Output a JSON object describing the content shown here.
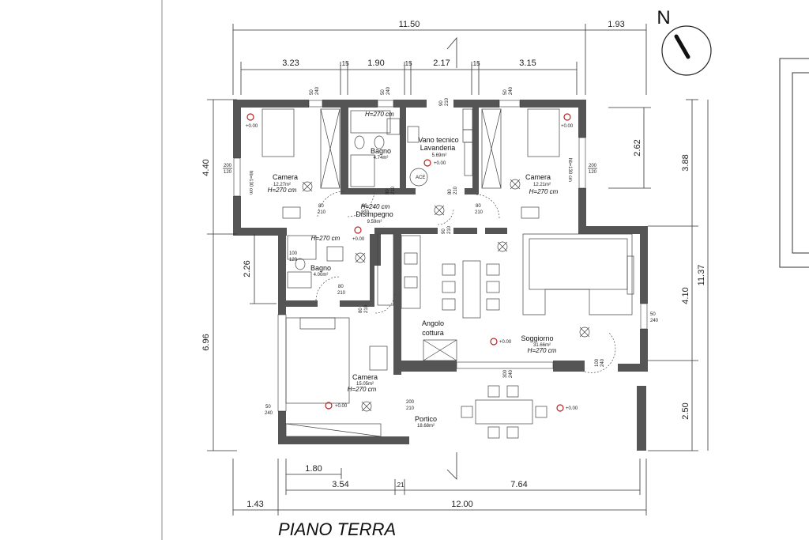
{
  "title": "PIANO TERRA",
  "north": "N",
  "dims_top": {
    "total_main": "11.50",
    "total_extra": "1.93",
    "seg1": "3.23",
    "gap1": ".15",
    "seg2": "1.90",
    "gap2": ".15",
    "seg3": "2.17",
    "gap3": ".15",
    "seg4": "3.15"
  },
  "dims_bottom": {
    "seg_a": "1.80",
    "seg_b": "3.54",
    "gap": ".21",
    "seg_c": "7.64",
    "total": "12.00",
    "offset": "1.43"
  },
  "dims_left": {
    "upper": "4.40",
    "mid": "2.26",
    "lower": "6.96"
  },
  "dims_right": {
    "a": "2.62",
    "b": "3.88",
    "c": "4.10",
    "d": "2.50",
    "total": "11.37"
  },
  "rooms": {
    "camera1": {
      "name": "Camera",
      "area": "12.27m²",
      "height": "H=270 cm"
    },
    "bagno1": {
      "name": "Bagno",
      "area": "4.74m²",
      "height": "H=270 cm"
    },
    "tecnico": {
      "name": "Vano tecnico",
      "name2": "Lavanderia",
      "area": "5.69m²"
    },
    "camera2": {
      "name": "Camera",
      "area": "12.21m²",
      "height": "H=270 cm"
    },
    "disimpegno": {
      "name": "Disimpegno",
      "area": "9.59m²",
      "height": "H=240 cm"
    },
    "bagno2": {
      "name": "Bagno",
      "area": "4.00m²",
      "height": "H=270 cm"
    },
    "cucina": {
      "name": "Angolo",
      "name2": "cottura"
    },
    "soggiorno": {
      "name": "Soggiorno",
      "area": "31.66m²",
      "height": "H=270 cm"
    },
    "camera3": {
      "name": "Camera",
      "area": "15.05m²",
      "height": "H=270 cm"
    },
    "portico": {
      "name": "Portico",
      "area": "18.68m²"
    }
  },
  "window_labels": {
    "w50_240": [
      "50",
      "240"
    ],
    "w200_120": [
      "200",
      "120"
    ],
    "w100_120": [
      "100",
      "120"
    ],
    "w80_210": [
      "80",
      "210"
    ],
    "w90_210": [
      "90",
      "210"
    ],
    "w300_240": [
      "300",
      "240"
    ],
    "w200_210": [
      "200",
      "210"
    ],
    "w100_240": [
      "100",
      "240"
    ]
  },
  "level": "+0.00",
  "extra_notes": {
    "hb": "hb=130 cm",
    "ace": "ACE"
  }
}
